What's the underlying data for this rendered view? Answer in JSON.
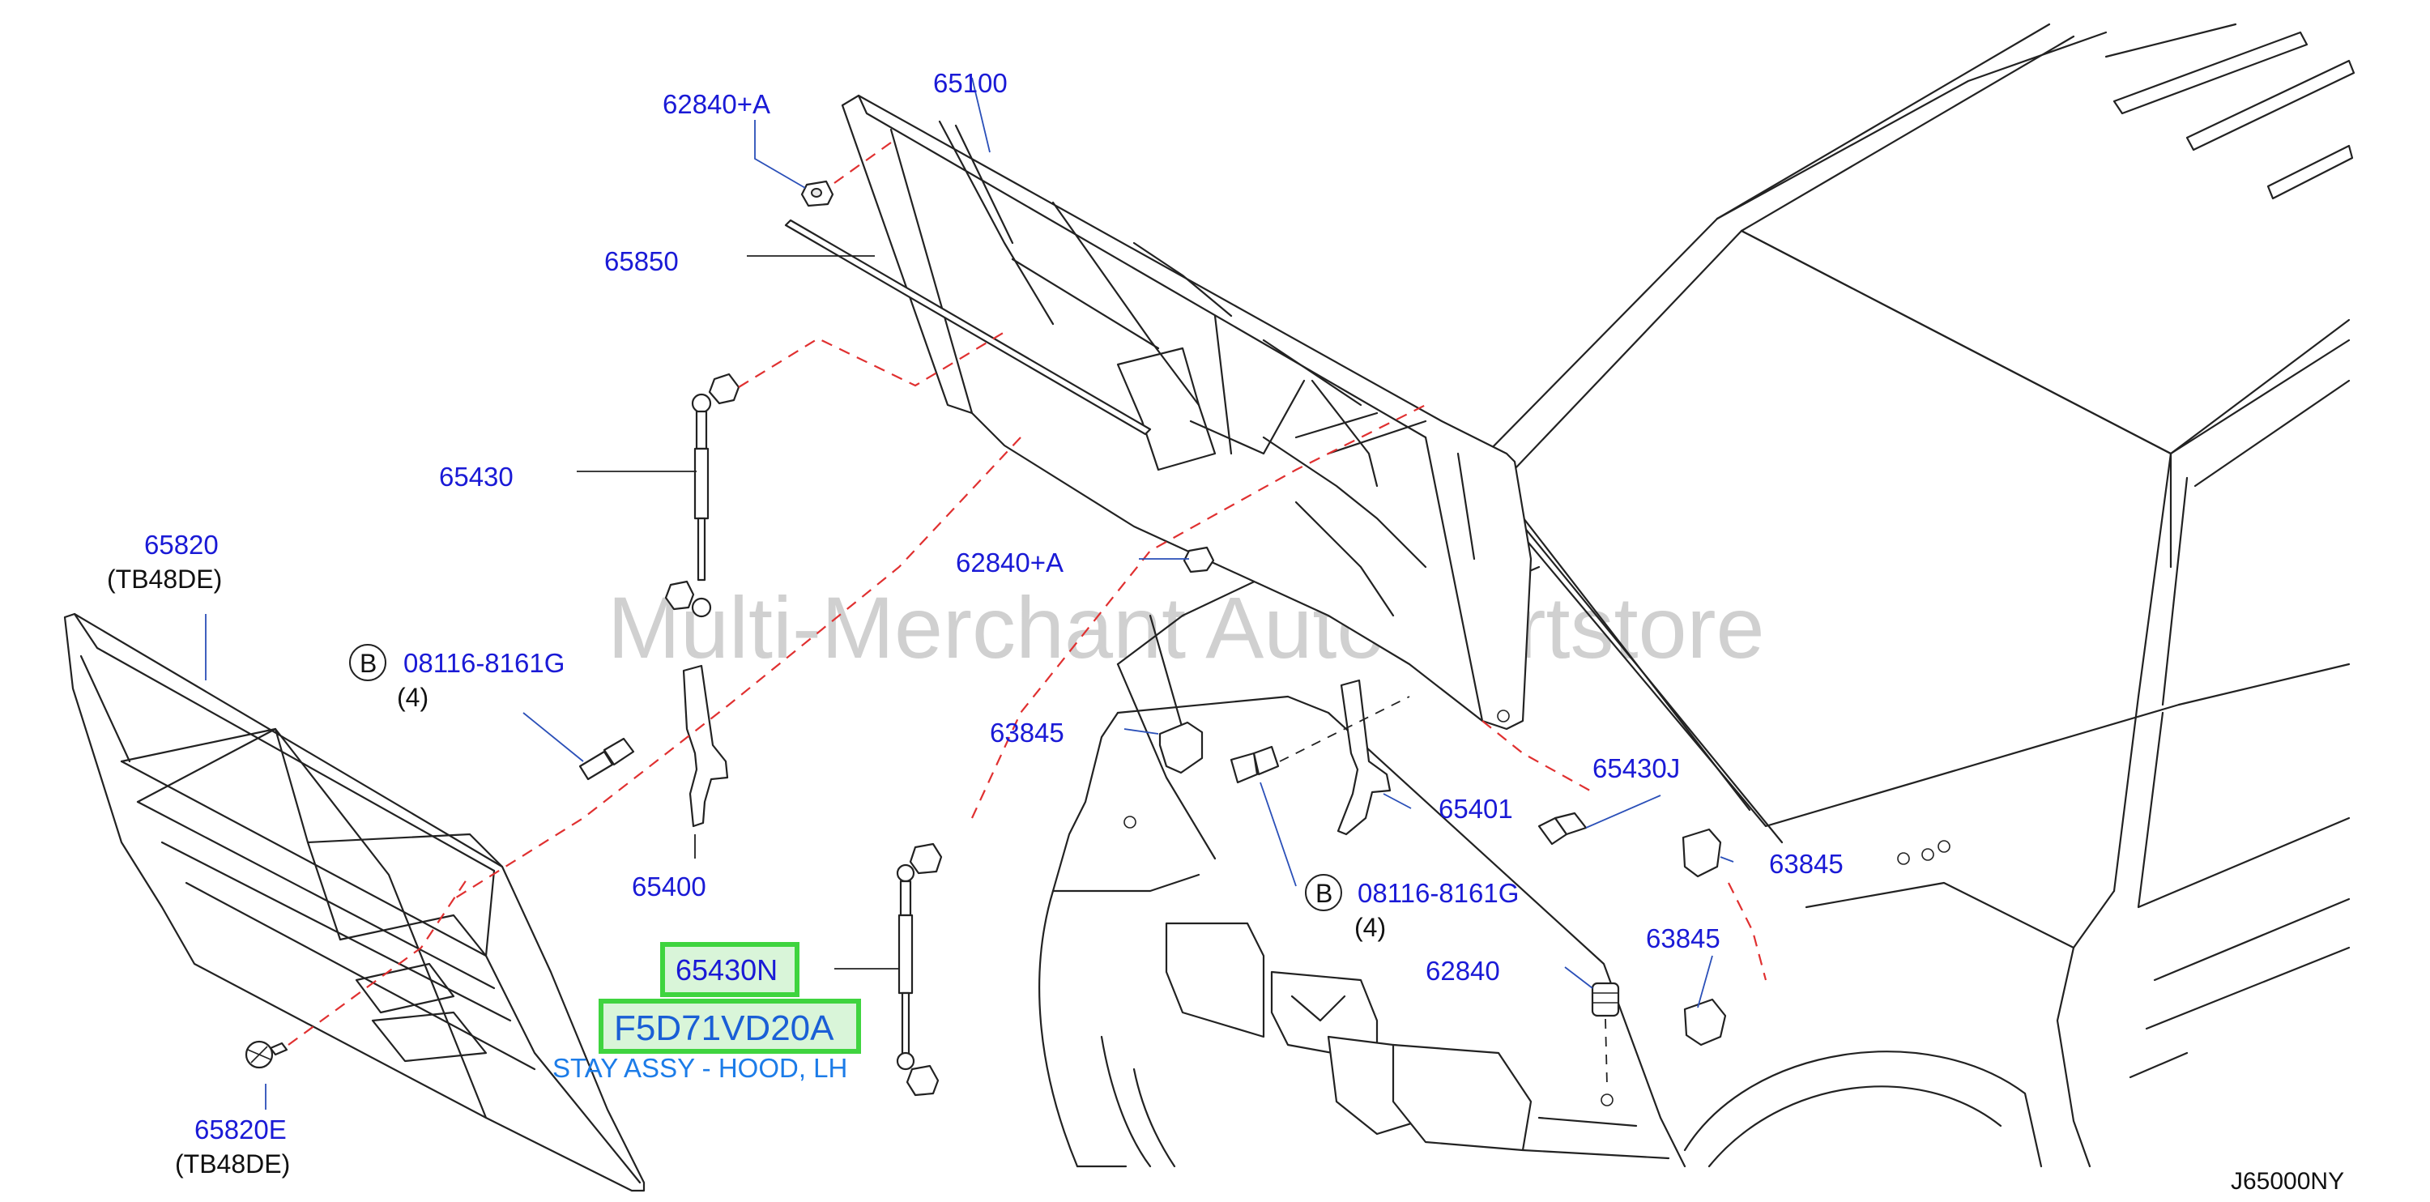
{
  "diagram_id": "J65000NY",
  "watermark": "Multi-Merchant Auto Partstore",
  "parts": {
    "p62840a_top": "62840+A",
    "p65100": "65100",
    "p65850": "65850",
    "p65430": "65430",
    "p65820": "65820",
    "p65820_note": "(TB48DE)",
    "p08116_left": "08116-8161G",
    "p08116_left_qty": "(4)",
    "p65400": "65400",
    "p62840a_mid": "62840+A",
    "p63845_left": "63845",
    "p65401": "65401",
    "p65430j": "65430J",
    "p08116_right": "08116-8161G",
    "p08116_right_qty": "(4)",
    "p63845_right1": "63845",
    "p63845_right2": "63845",
    "p62840": "62840",
    "p65820e": "65820E",
    "p65820e_note": "(TB48DE)"
  },
  "callouts": {
    "b_left": "B",
    "b_right": "B"
  },
  "highlight": {
    "part_number": "65430N",
    "oem_number": "F5D71VD20A",
    "description": "STAY ASSY - HOOD, LH"
  },
  "colors": {
    "label_blue": "#1a1ad6",
    "highlight_green": "#3fd43f",
    "dash_red": "#e03030"
  }
}
